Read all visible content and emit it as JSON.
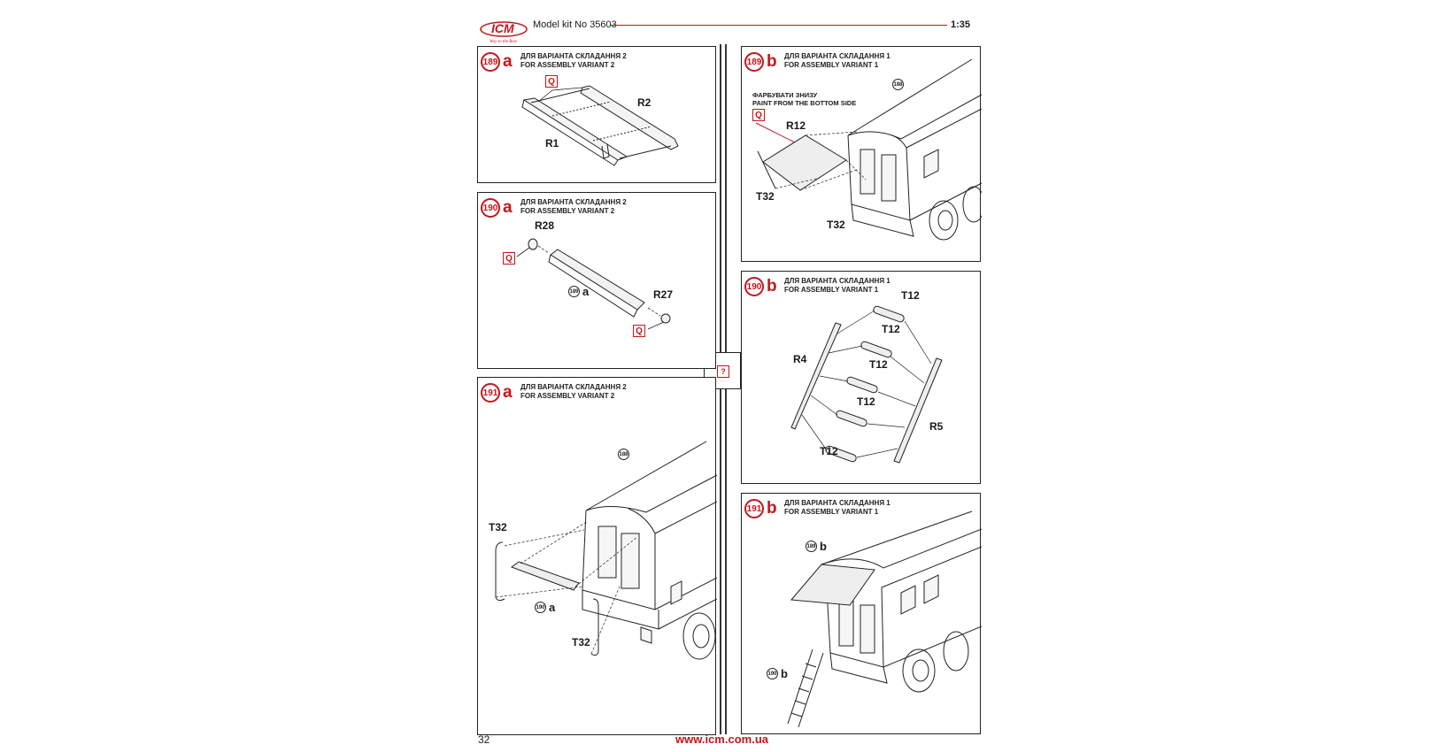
{
  "header": {
    "brand": "ICM",
    "tagline": "Way to the Best",
    "kit_title": "Model kit No 35603",
    "scale": "1:35"
  },
  "colors": {
    "accent": "#c4161c",
    "line": "#222222"
  },
  "center_box": {
    "label": "?"
  },
  "panels": {
    "p189a": {
      "step": "189",
      "letter": "a",
      "variant_ua": "ДЛЯ ВАРІАНТА СКЛАДАННЯ 2",
      "variant_en": "FOR ASSEMBLY VARIANT 2",
      "q": "Q",
      "labels": {
        "r2": "R2",
        "r1": "R1"
      }
    },
    "p190a": {
      "step": "190",
      "letter": "a",
      "variant_ua": "ДЛЯ ВАРІАНТА СКЛАДАННЯ 2",
      "variant_en": "FOR ASSEMBLY VARIANT 2",
      "q1": "Q",
      "q2": "Q",
      "labels": {
        "r28": "R28",
        "r27": "R27"
      },
      "ref": {
        "num": "189",
        "letter": "a"
      }
    },
    "p191a": {
      "step": "191",
      "letter": "a",
      "variant_ua": "ДЛЯ ВАРІАНТА СКЛАДАННЯ 2",
      "variant_en": "FOR ASSEMBLY VARIANT 2",
      "labels": {
        "t32_top": "T32",
        "t32_bottom": "T32"
      },
      "ref_188": "188",
      "ref": {
        "num": "190",
        "letter": "a"
      }
    },
    "p189b": {
      "step": "189",
      "letter": "b",
      "variant_ua": "ДЛЯ ВАРІАНТА СКЛАДАННЯ 1",
      "variant_en": "FOR ASSEMBLY VARIANT 1",
      "paint_ua": "ФАРБУВАТИ ЗНИЗУ",
      "paint_en": "PAINT FROM THE BOTTOM SIDE",
      "q": "Q",
      "ref_188": "188",
      "labels": {
        "r12": "R12",
        "t32_left": "T32",
        "t32_bottom": "T32"
      }
    },
    "p190b": {
      "step": "190",
      "letter": "b",
      "variant_ua": "ДЛЯ ВАРІАНТА СКЛАДАННЯ 1",
      "variant_en": "FOR ASSEMBLY VARIANT 1",
      "labels": {
        "t12_1": "T12",
        "t12_2": "T12",
        "t12_3": "T12",
        "t12_4": "T12",
        "t12_5": "T12",
        "r4": "R4",
        "r5": "R5"
      }
    },
    "p191b": {
      "step": "191",
      "letter": "b",
      "variant_ua": "ДЛЯ ВАРІАНТА СКЛАДАННЯ 1",
      "variant_en": "FOR ASSEMBLY VARIANT 1",
      "ref1": {
        "num": "189",
        "letter": "b"
      },
      "ref2": {
        "num": "190",
        "letter": "b"
      }
    }
  },
  "footer": {
    "page": "32",
    "site": "www.icm.com.ua"
  }
}
